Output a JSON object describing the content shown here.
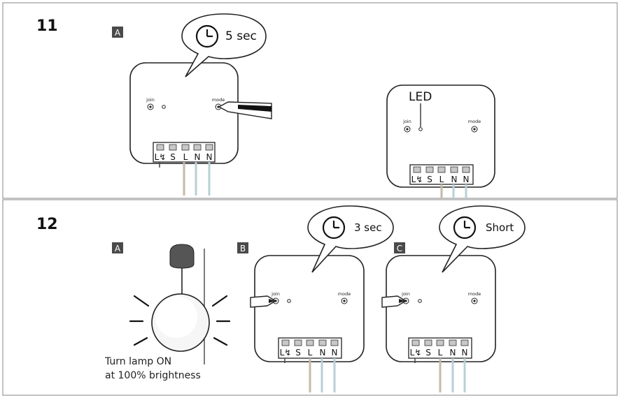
{
  "steps": [
    {
      "number": "11",
      "panels": [
        {
          "letter": "A",
          "bubble": "5 sec"
        }
      ],
      "led_label": "LED"
    },
    {
      "number": "12",
      "panels": [
        {
          "letter": "A",
          "caption_line1": "Turn lamp ON",
          "caption_line2": "at 100% brightness"
        },
        {
          "letter": "B",
          "bubble": "3 sec"
        },
        {
          "letter": "C",
          "bubble": "Short"
        }
      ]
    }
  ],
  "device": {
    "join_label": "join",
    "mode_label": "mode",
    "terminals": [
      "L↯",
      "S",
      "L",
      "N",
      "N"
    ]
  },
  "icons": {
    "bubble_icon": "clock-icon",
    "tool_icon": "screwdriver-icon",
    "lamp_icon": "lamp-icon"
  },
  "colors": {
    "wire_live": "#c6b9a8",
    "wire_neutral": "#b8cfd6",
    "box_fill": "#4a4a4a"
  }
}
